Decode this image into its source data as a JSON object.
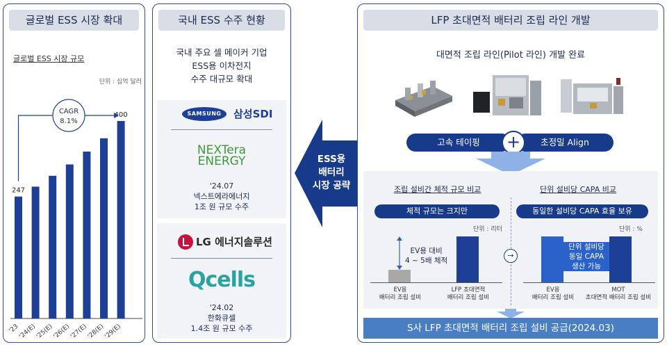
{
  "panel1": {
    "title": "글로벌 ESS 시장 확대",
    "subtitle": "글로벌 ESS 시장 규모",
    "unit": "단위 : 십억 달러",
    "cagr_label": "CAGR",
    "cagr_value": "8.1%"
  },
  "chart_data": {
    "type": "bar",
    "categories": [
      "'23",
      "'24(E)",
      "'25(E)",
      "'26(E)",
      "'27(E)",
      "'28(E)",
      "'29(E)"
    ],
    "values": [
      247,
      267,
      289,
      312,
      338,
      365,
      400
    ],
    "value_labels": [
      "247",
      "",
      "",
      "",
      "",
      "",
      "400"
    ],
    "title": "글로벌 ESS 시장 규모",
    "ylabel": "",
    "ylim": [
      0,
      420
    ],
    "color": "#1d3f95"
  },
  "panel2": {
    "title": "국내 ESS 수주 현황",
    "headline": [
      "국내 주요 셀 메이커 기업",
      "ESS용 이차전지",
      "수주 대규모 확대"
    ],
    "samsung_logo": "SAMSUNG",
    "samsung_sdi": "삼성SDI",
    "nextera_line1": "NEXTera",
    "nextera_line2": "ENERGY",
    "deal1": [
      "'24.07",
      "넥스트에라에너지",
      "1조 원 규모 수주"
    ],
    "lg_text": "LG 에너지솔루션",
    "qcells": "Qcells",
    "deal2": [
      "'24.02",
      "한화큐셀",
      "1.4조 원 규모 수주"
    ]
  },
  "arrow": {
    "lines": [
      "ESS용",
      "배터리",
      "시장 공략"
    ]
  },
  "panel3": {
    "title": "LFP 초대면적 배터리 조립 라인 개발",
    "subtitle": "대면적 조립 라인(Pilot 라인) 개발 완료",
    "pill_left": "고속 테이핑",
    "pill_right": "초정밀 Align",
    "plus": "+",
    "left_title": "조립 설비간 체적 규모 비교",
    "left_pill": "체적 규모는 크지만",
    "left_unit": "단위 : 리터",
    "left_note": [
      "EV용 대비",
      "4 ~ 5배 체적"
    ],
    "left_bar1_label": [
      "EV용",
      "배터리 조립 설비"
    ],
    "left_bar2_label": [
      "LFP 초대면적",
      "배터리 조립 설비"
    ],
    "right_title": "단위 설비당 CAPA 비교",
    "right_pill": "동일한 설비당 CAPA 효율 보유",
    "right_unit": "단위 : %",
    "right_note": [
      "단위 설비당",
      "동일 CAPA",
      "생산 가능"
    ],
    "right_bar1_label": [
      "EV용",
      "배터리 조립 설비"
    ],
    "right_bar2_label": [
      "MOT",
      "초대면적 배터리 조립 설비"
    ],
    "next_icon": "→",
    "footer": "S사 LFP 초대면적 배터리 조립 설비 공급(2024.03)"
  },
  "colors": {
    "navy": "#183a8a",
    "bar_blue": "#1d3f95",
    "light_bar": "#2a62c9",
    "footer": "#4a7ec4",
    "gray_bar": "#a8a8a8"
  }
}
